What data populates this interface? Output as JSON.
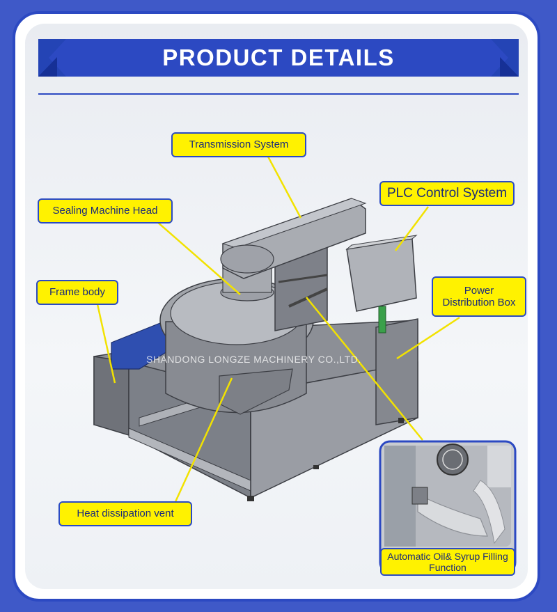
{
  "banner": {
    "title": "PRODUCT DETAILS"
  },
  "watermark": "SHANDONG LONGZE MACHINERY CO.,LTD.",
  "callouts": {
    "transmission": "Transmission System",
    "sealing": "Sealing Machine Head",
    "plc": "PLC Control System",
    "frame": "Frame body",
    "power": "Power Distribution Box",
    "heat": "Heat dissipation vent",
    "oil": "Automatic  Oil& Syrup Filling Function"
  },
  "colors": {
    "brand_blue": "#2c49c2",
    "callout_yellow": "#fff200",
    "machine_grey": "#8d9098"
  }
}
